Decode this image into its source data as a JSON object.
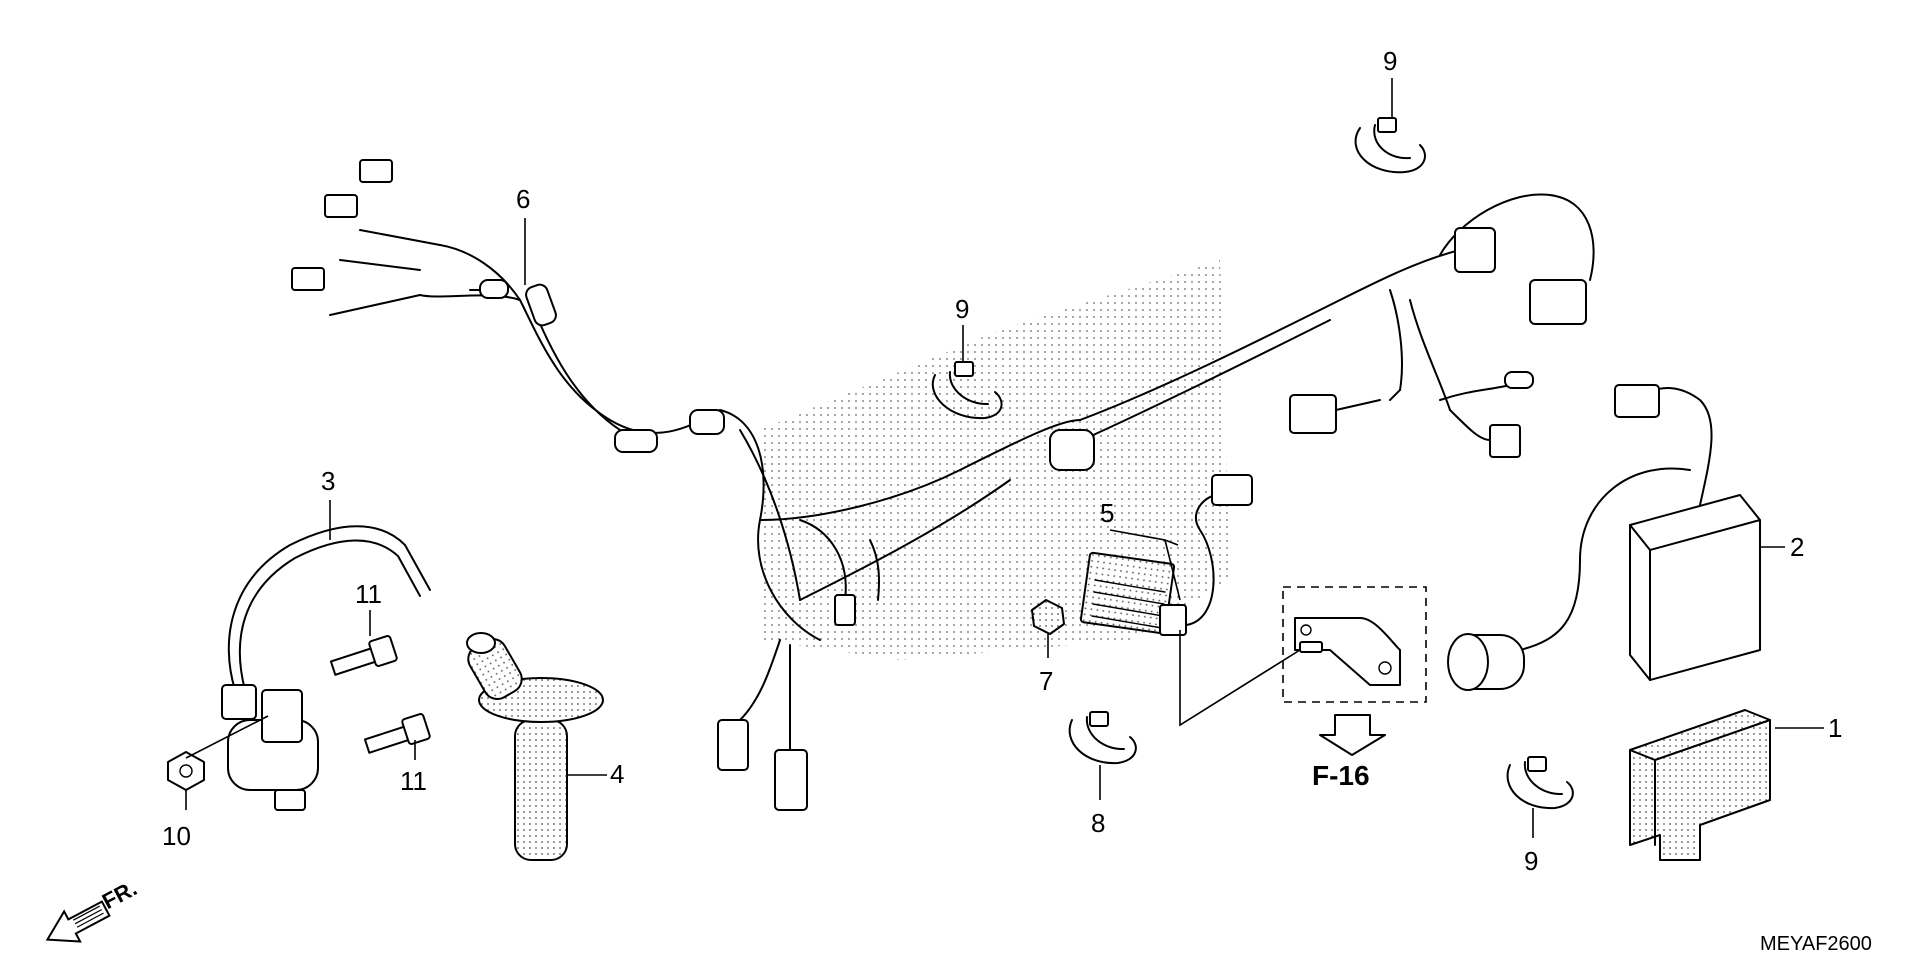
{
  "callouts": {
    "c1": "1",
    "c2": "2",
    "c3": "3",
    "c4": "4",
    "c5": "5",
    "c6": "6",
    "c7": "7",
    "c8": "8",
    "c9a": "9",
    "c9b": "9",
    "c9c": "9",
    "c10": "10",
    "c11a": "11",
    "c11b": "11"
  },
  "reference": "F-16",
  "direction_label": "FR.",
  "diagram_code": "MEYAF2600",
  "icons": [
    "front-direction-arrow-icon",
    "reference-arrow-icon"
  ]
}
